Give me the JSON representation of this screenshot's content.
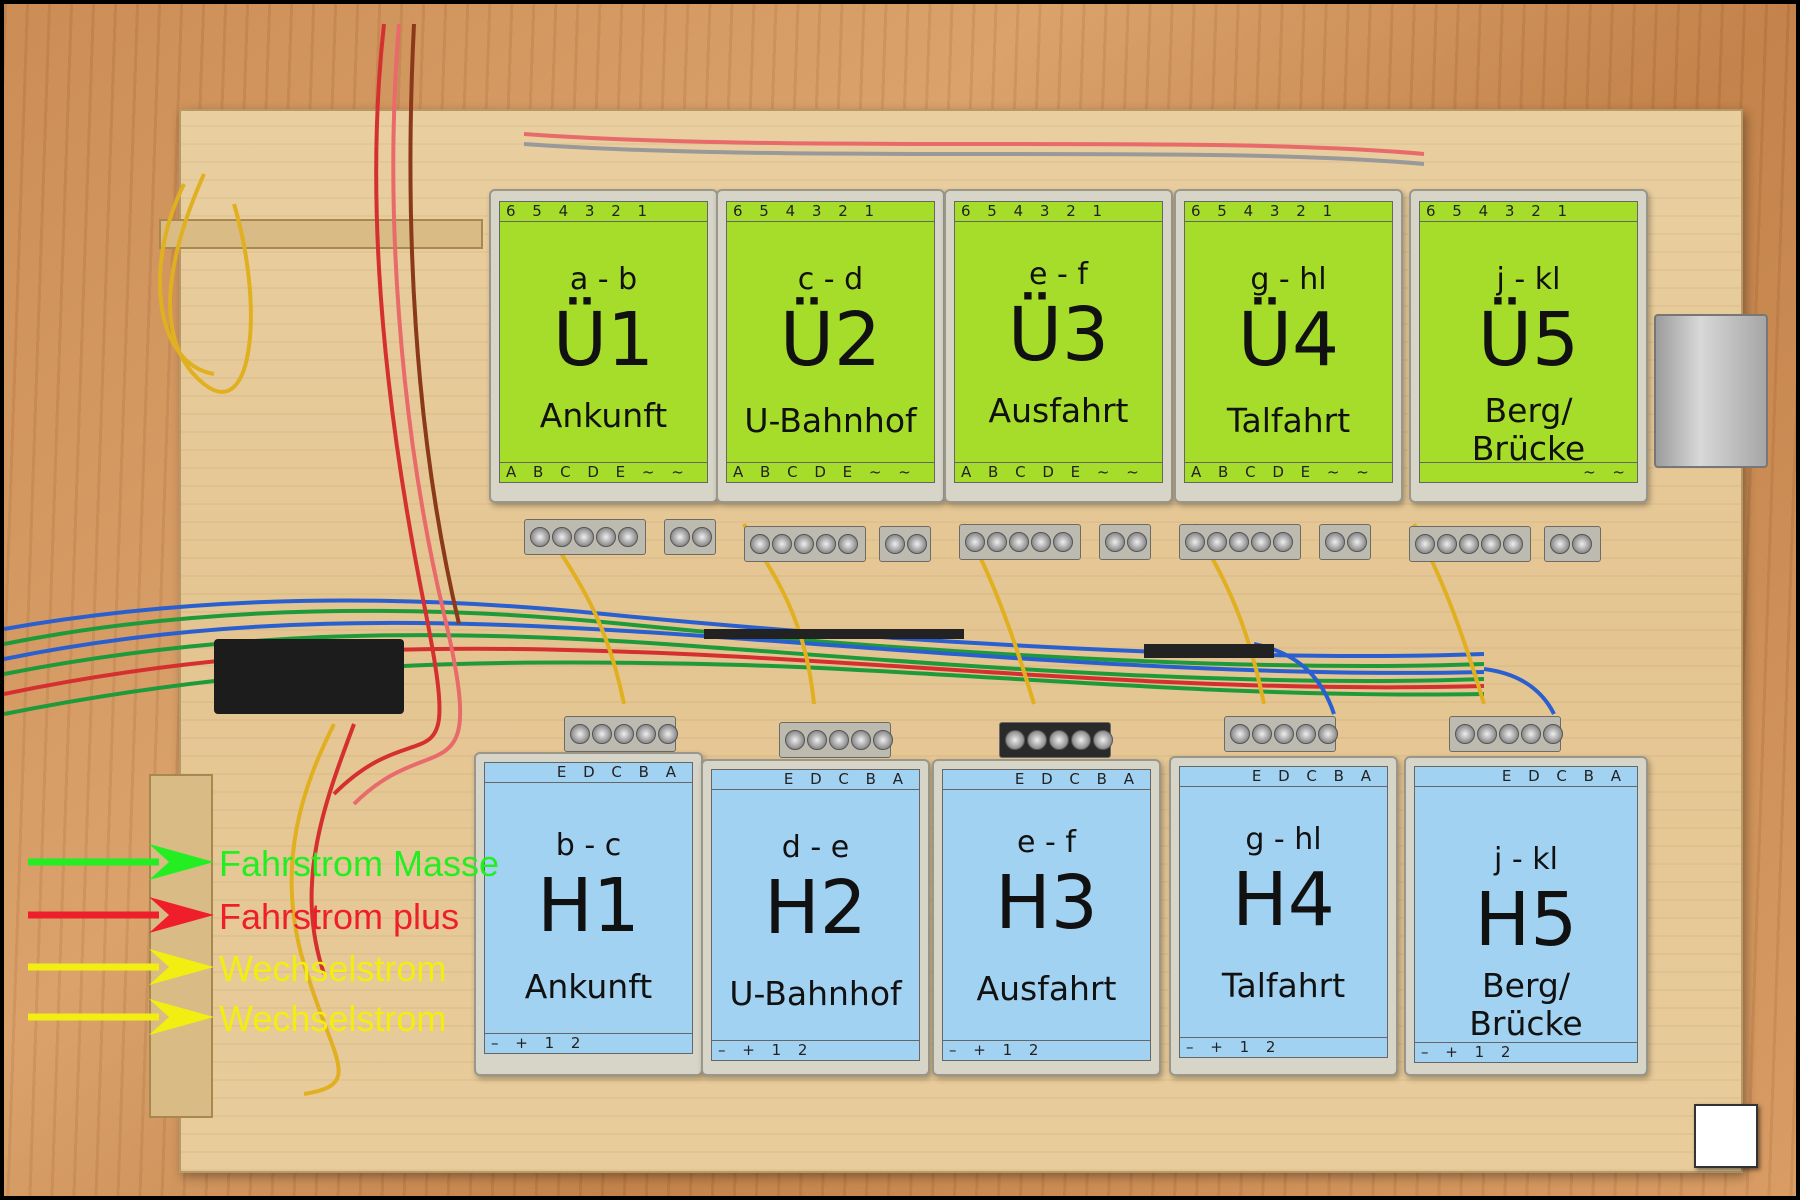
{
  "colors": {
    "green": "#22ee22",
    "red": "#ee1f2a",
    "yellow": "#f2ee11",
    "top_label": "#a6dd2a",
    "bottom_label": "#a2d2f2"
  },
  "top_modules": [
    {
      "pins": "6 5 4 3 2 1",
      "range": "a - b",
      "code": "Ü1",
      "name": "Ankunft",
      "bottom_pins": "A B C D E  ~ ~"
    },
    {
      "pins": "6 5 4 3 2 1",
      "range": "c - d",
      "code": "Ü2",
      "name": "U-Bahnhof",
      "bottom_pins": "A B C D E  ~ ~"
    },
    {
      "pins": "6 5 4 3 2 1",
      "range": "e - f",
      "code": "Ü3",
      "name": "Ausfahrt",
      "bottom_pins": "A B C D E  ~ ~"
    },
    {
      "pins": "6 5 4 3 2 1",
      "range": "g - hl",
      "code": "Ü4",
      "name": "Talfahrt",
      "bottom_pins": "A B C D E  ~ ~"
    },
    {
      "pins": "6 5 4 3 2 1",
      "range": "j - kl",
      "code": "Ü5",
      "name": "Berg/\nBrücke",
      "bottom_pins": "~ ~"
    }
  ],
  "bottom_modules": [
    {
      "pins": "E D C B A",
      "range": "b - c",
      "code": "H1",
      "name": "Ankunft",
      "bottom_pins": "– +   1 2"
    },
    {
      "pins": "E D C B A",
      "range": "d - e",
      "code": "H2",
      "name": "U-Bahnhof",
      "bottom_pins": "– +   1 2"
    },
    {
      "pins": "E D C B A",
      "range": "e - f",
      "code": "H3",
      "name": "Ausfahrt",
      "bottom_pins": "– +   1 2"
    },
    {
      "pins": "E D C B A",
      "range": "g - hl",
      "code": "H4",
      "name": "Talfahrt",
      "bottom_pins": "– +   1 2"
    },
    {
      "pins": "E D C B A",
      "range": "j - kl",
      "code": "H5",
      "name": "Berg/\nBrücke",
      "bottom_pins": "– +   1 2"
    }
  ],
  "legend": [
    {
      "text": "Fahrstrom Masse",
      "color": "#22ee22"
    },
    {
      "text": "Fahrstrom plus",
      "color": "#ee1f2a"
    },
    {
      "text": "Wechselstrom",
      "color": "#f2ee11"
    },
    {
      "text": "Wechselstrom",
      "color": "#f2ee11"
    }
  ]
}
